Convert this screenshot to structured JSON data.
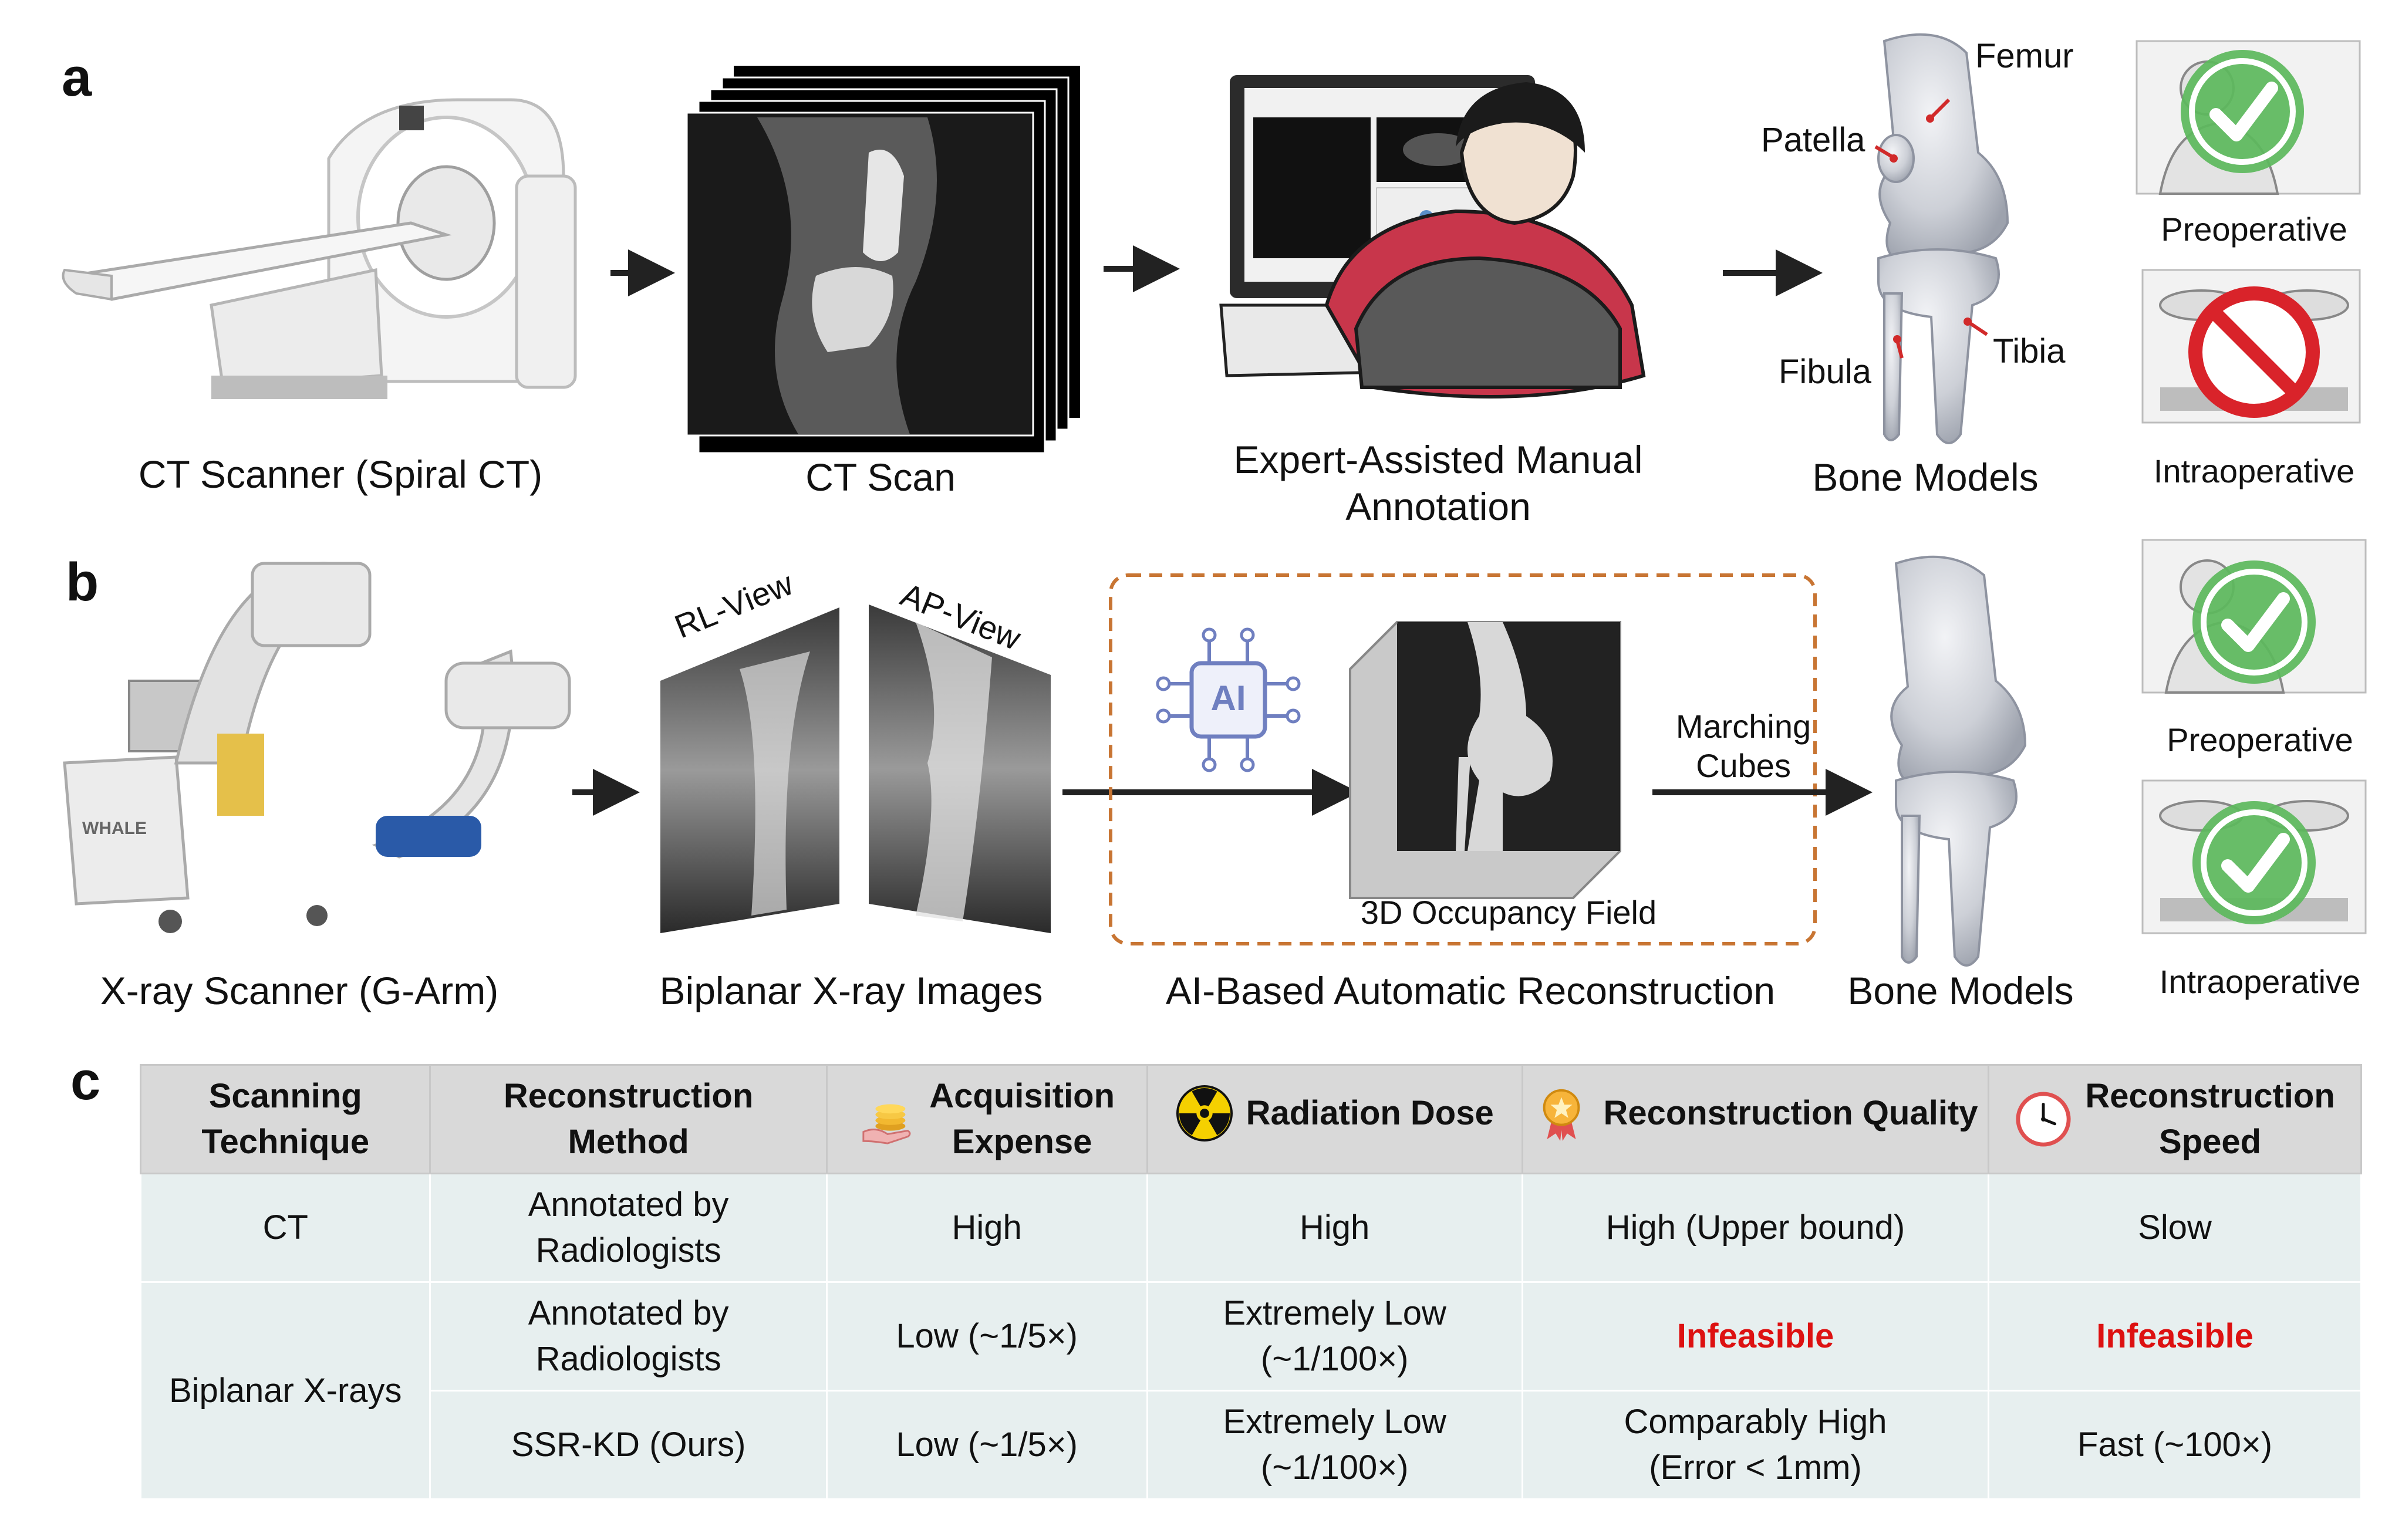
{
  "panels": {
    "a": "a",
    "b": "b",
    "c": "c"
  },
  "row_a": {
    "ct_scanner": "CT Scanner (Spiral CT)",
    "ct_scan": "CT Scan",
    "annotation_line1": "Expert-Assisted Manual",
    "annotation_line2": "Annotation",
    "bone_models": "Bone Models",
    "bones": {
      "femur": "Femur",
      "patella": "Patella",
      "fibula": "Fibula",
      "tibia": "Tibia"
    },
    "preoperative": "Preoperative",
    "intraoperative": "Intraoperative"
  },
  "row_b": {
    "xray_scanner": "X-ray Scanner (G-Arm)",
    "rl_view": "RL-View",
    "ap_view": "AP-View",
    "biplanar_images": "Biplanar X-ray Images",
    "ai_label": "AI",
    "marching_line1": "Marching",
    "marching_line2": "Cubes",
    "occupancy": "3D Occupancy Field",
    "ai_reconstruction": "AI-Based Automatic Reconstruction",
    "bone_models": "Bone Models",
    "preoperative": "Preoperative",
    "intraoperative": "Intraoperative",
    "brand": "WHALE"
  },
  "table": {
    "headers": {
      "technique": [
        "Scanning",
        "Technique"
      ],
      "method": [
        "Reconstruction",
        "Method"
      ],
      "expense": [
        "Acquisition",
        "Expense"
      ],
      "dose": "Radiation Dose",
      "quality": "Reconstruction Quality",
      "speed": [
        "Reconstruction",
        "Speed"
      ]
    },
    "rows": {
      "ct": {
        "technique": "CT",
        "method": [
          "Annotated by",
          "Radiologists"
        ],
        "expense": "High",
        "dose": "High",
        "quality": "High (Upper bound)",
        "speed": "Slow"
      },
      "biplanar_technique": "Biplanar X-rays",
      "xray_manual": {
        "method": [
          "Annotated by",
          "Radiologists"
        ],
        "expense": "Low (~1/5×)",
        "dose": [
          "Extremely Low",
          "(~1/100×)"
        ],
        "quality": "Infeasible",
        "speed": "Infeasible"
      },
      "xray_ours": {
        "method": "SSR-KD (Ours)",
        "expense": "Low (~1/5×)",
        "dose": [
          "Extremely Low",
          "(~1/100×)"
        ],
        "quality": [
          "Comparably High",
          "(Error < 1mm)"
        ],
        "speed": "Fast (~100×)"
      }
    }
  },
  "colors": {
    "infeasible": "#dd1111",
    "check_green": "#5cb85c",
    "prohibit_red": "#d9232a",
    "dashed_box": "#c87533",
    "bone": "#c9ccd3"
  }
}
